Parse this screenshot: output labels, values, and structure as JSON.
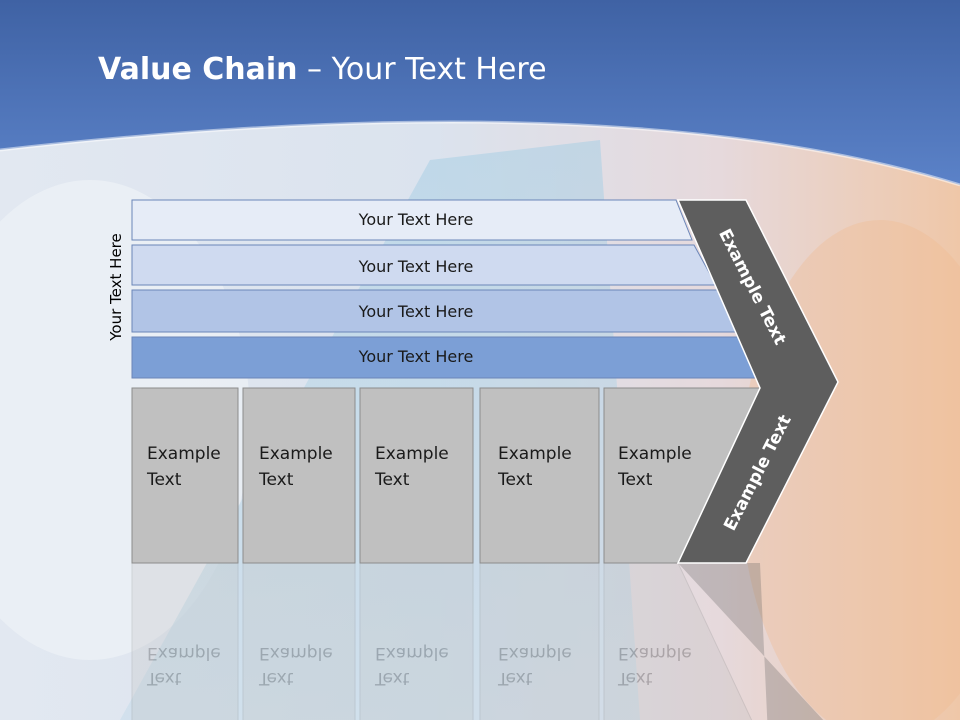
{
  "title": {
    "bold": "Value Chain",
    "rest": " – Your Text Here"
  },
  "side_label": "Your Text Here",
  "support_bars": [
    {
      "label": "Your Text Here",
      "color": "#e6ecf7"
    },
    {
      "label": "Your Text Here",
      "color": "#cfdaf0"
    },
    {
      "label": "Your Text Here",
      "color": "#b1c4e6"
    },
    {
      "label": "Your Text Here",
      "color": "#7c9fd6"
    }
  ],
  "primary_boxes": [
    {
      "line1": "Example",
      "line2": "Text"
    },
    {
      "line1": "Example",
      "line2": "Text"
    },
    {
      "line1": "Example",
      "line2": "Text"
    },
    {
      "line1": "Example",
      "line2": "Text"
    },
    {
      "line1": "Example",
      "line2": "Text"
    }
  ],
  "chevron": {
    "upper": "Example Text",
    "lower": "Example Text",
    "color": "#5e5e5e"
  },
  "colors": {
    "header": "#4a72b8",
    "box_fill": "#c0c0c0",
    "box_border": "#8c8c8c"
  }
}
